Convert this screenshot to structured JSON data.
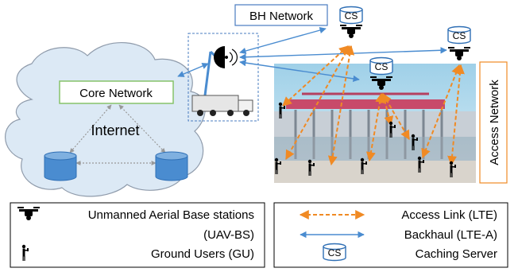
{
  "labels": {
    "bh_network": "BH Network",
    "core_network": "Core Network",
    "internet": "Internet",
    "access_network": "Access Network",
    "cs": "CS"
  },
  "legend_left": {
    "uav_line1": "Unmanned Aerial Base stations",
    "uav_line2": "(UAV-BS)",
    "gu": "Ground Users (GU)"
  },
  "legend_right": {
    "access_link": "Access Link (LTE)",
    "backhaul": "Backhaul (LTE-A)",
    "caching_server": "Caching Server"
  },
  "colors": {
    "backhaul_line": "#4a8cd0",
    "access_line": "#f08a24",
    "core_network_border": "#86c36a",
    "access_network_border": "#f08a24",
    "bh_network_border": "#4a7cc0",
    "cloud_fill": "#dce9f5",
    "cylinder_fill": "#4a8cd0"
  },
  "icons": [
    "cloud-icon",
    "antenna-icon",
    "truck-icon",
    "uav-icon",
    "caching-server-icon",
    "ground-user-icon",
    "stadium-image"
  ]
}
